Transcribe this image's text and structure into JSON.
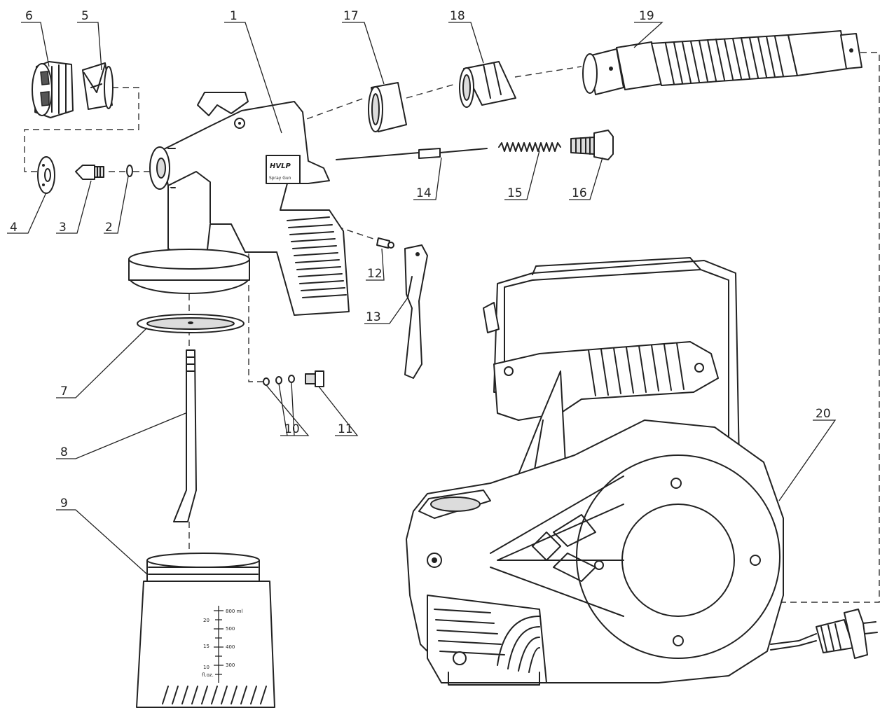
{
  "callouts": [
    {
      "id": "1",
      "text": "1"
    },
    {
      "id": "2",
      "text": "2"
    },
    {
      "id": "3",
      "text": "3"
    },
    {
      "id": "4",
      "text": "4"
    },
    {
      "id": "5",
      "text": "5"
    },
    {
      "id": "6",
      "text": "6"
    },
    {
      "id": "7",
      "text": "7"
    },
    {
      "id": "8",
      "text": "8"
    },
    {
      "id": "9",
      "text": "9"
    },
    {
      "id": "10",
      "text": "10"
    },
    {
      "id": "11",
      "text": "11"
    },
    {
      "id": "12",
      "text": "12"
    },
    {
      "id": "13",
      "text": "13"
    },
    {
      "id": "14",
      "text": "14"
    },
    {
      "id": "15",
      "text": "15"
    },
    {
      "id": "16",
      "text": "16"
    },
    {
      "id": "17",
      "text": "17"
    },
    {
      "id": "18",
      "text": "18"
    },
    {
      "id": "19",
      "text": "19"
    },
    {
      "id": "20",
      "text": "20"
    }
  ],
  "gun_label": {
    "brand": "HVLP",
    "sub": "Spray Gun"
  },
  "container_scale": {
    "ml": [
      "800 ml",
      "500",
      "400",
      "300"
    ],
    "floz": [
      "20",
      "15",
      "10"
    ],
    "floz_unit": "fl.oz."
  }
}
